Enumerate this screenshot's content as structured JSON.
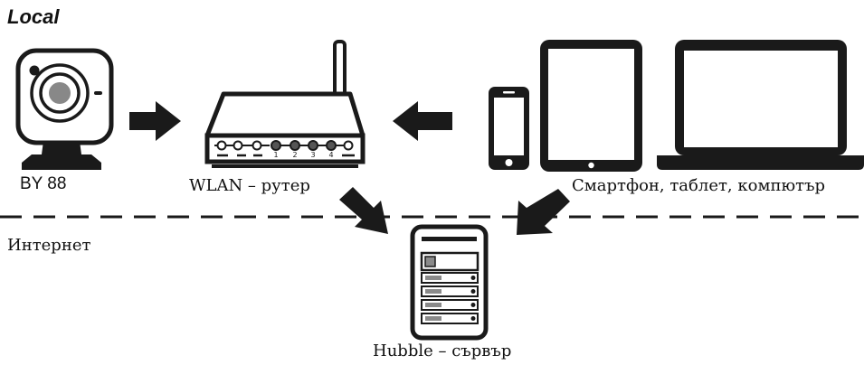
{
  "title": "Local",
  "nodes": {
    "camera": {
      "label": "BY 88",
      "icon": "baby-camera-icon"
    },
    "router": {
      "label": "WLAN – рутер",
      "icon": "router-icon",
      "port_numbers": [
        "1",
        "2",
        "3",
        "4"
      ]
    },
    "devices": {
      "label": "Смартфон, таблет, компютър",
      "icons": [
        "smartphone-icon",
        "tablet-icon",
        "laptop-icon"
      ]
    },
    "server": {
      "label": "Hubble – сървър",
      "icon": "server-icon"
    }
  },
  "zones": {
    "internet_label": "Интернет",
    "divider_style": "dashed"
  },
  "colors": {
    "ink": "#1a1a1a",
    "paper": "#ffffff",
    "panel_gray": "#8a8a8a"
  }
}
